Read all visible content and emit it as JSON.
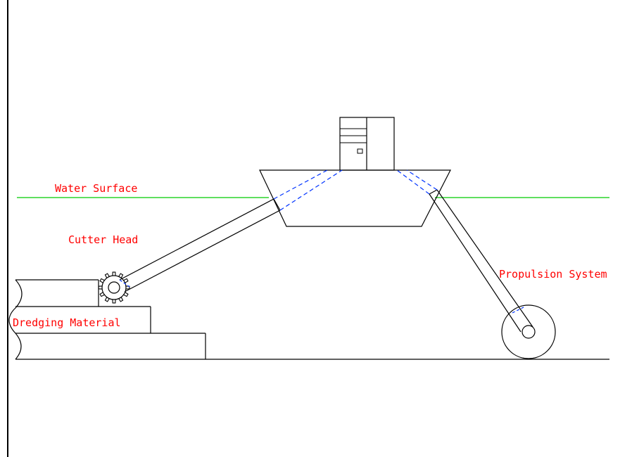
{
  "labels": {
    "water_surface": "Water Surface",
    "cutter_head": "Cutter Head",
    "propulsion_system": "Propulsion System",
    "dredging_material": "Dredging Material"
  },
  "colors": {
    "line": "#000000",
    "label_text": "#ff0000",
    "water_line": "#00cc00",
    "hidden_line": "#0033ff",
    "background": "#ffffff"
  },
  "icons": [
    "cutter-head-gear-icon",
    "propulsion-wheel-icon",
    "cabin-window-icon"
  ]
}
